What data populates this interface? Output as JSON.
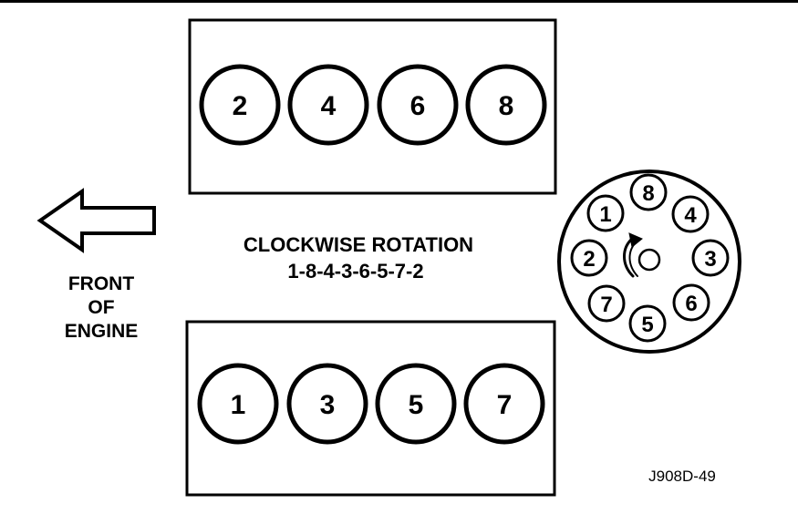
{
  "colors": {
    "ink": "#000000",
    "background": "#ffffff"
  },
  "top_bank": {
    "cylinders": [
      "2",
      "4",
      "6",
      "8"
    ]
  },
  "bottom_bank": {
    "cylinders": [
      "1",
      "3",
      "5",
      "7"
    ]
  },
  "front": {
    "line1": "FRONT",
    "line2": "OF",
    "line3": "ENGINE",
    "arrow_icon": "left-arrow-icon"
  },
  "rotation": {
    "title": "CLOCKWISE ROTATION",
    "firing_order": "1-8-4-3-6-5-7-2"
  },
  "distributor": {
    "terminals": [
      "8",
      "4",
      "3",
      "6",
      "5",
      "7",
      "2",
      "1"
    ],
    "rotation_icon": "clockwise-arrow-icon"
  },
  "figure_id": "J908D-49"
}
